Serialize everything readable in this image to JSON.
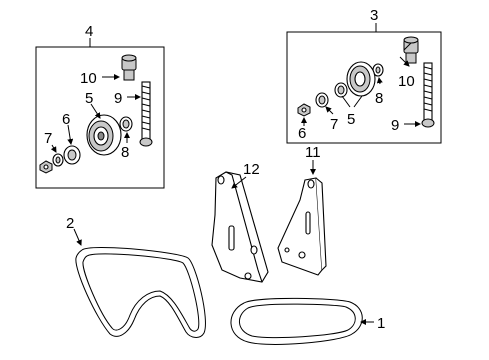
{
  "callouts": {
    "belt_short": "1",
    "belt_long": "2",
    "tensioner_assembly": "3",
    "idler_assembly": "4",
    "pulley_left": "5",
    "pulley_right": "5",
    "nut_left": "6",
    "nut_right": "6",
    "washer_left": "7",
    "washer_right": "7",
    "cap_left": "8",
    "cap_right": "8",
    "bolt_left": "9",
    "bolt_right": "9",
    "stud_left": "10",
    "stud_right": "10",
    "bracket_right": "11",
    "bracket_left": "12"
  }
}
